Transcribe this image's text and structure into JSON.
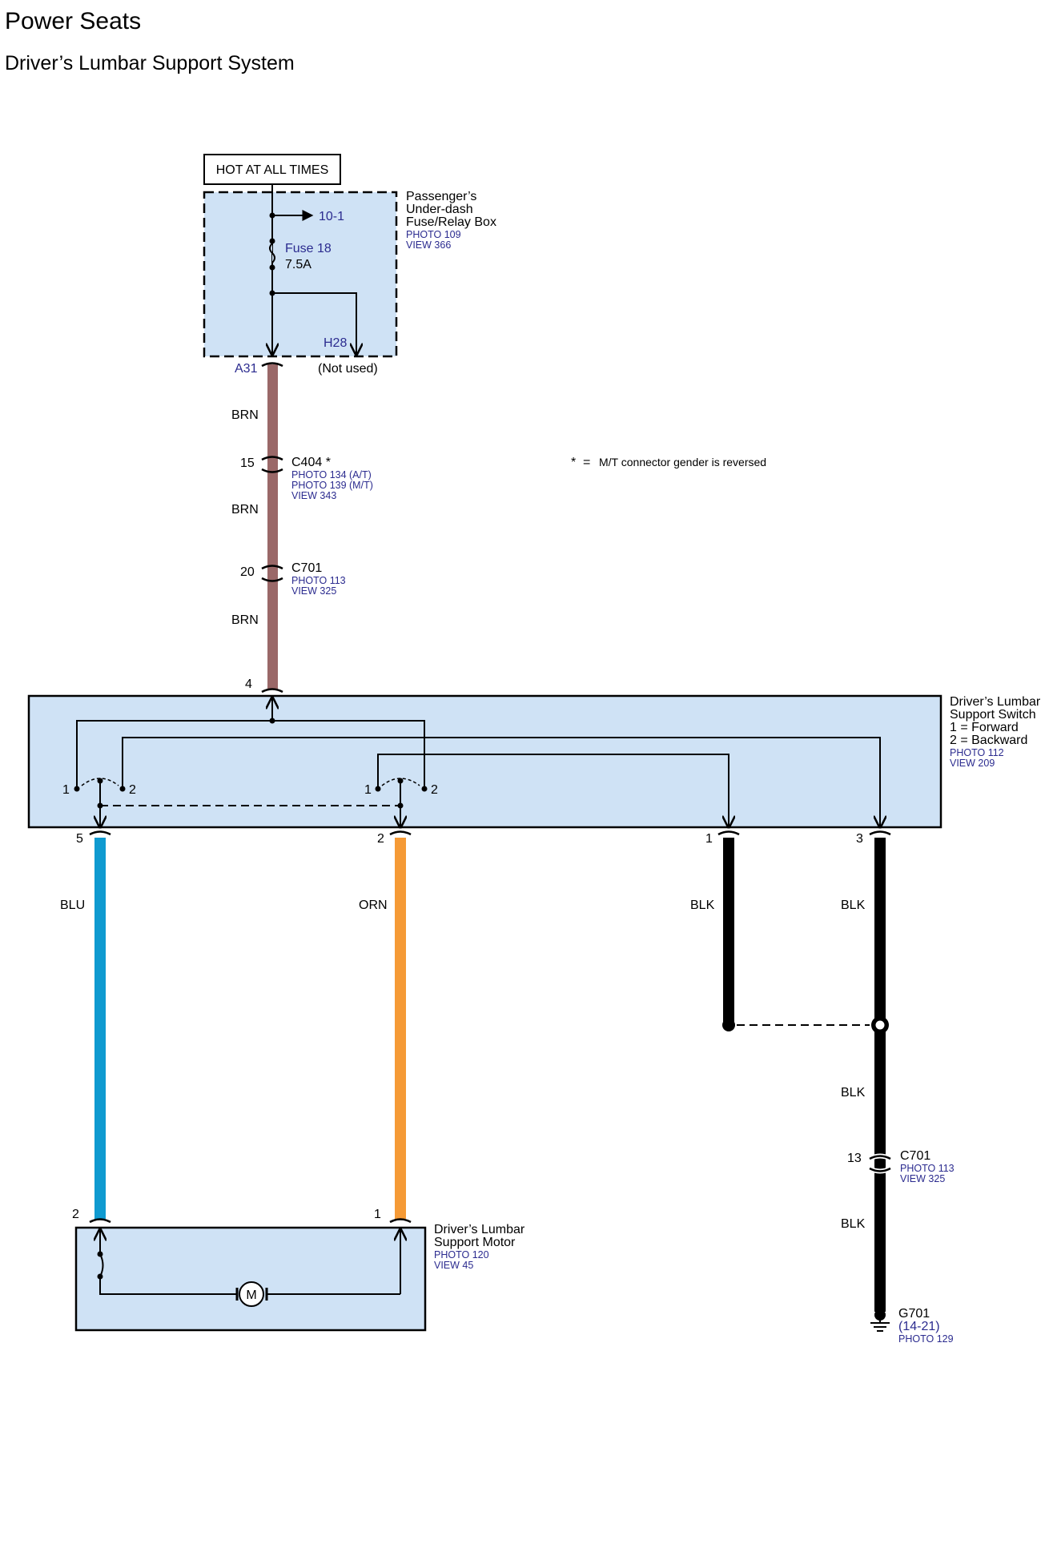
{
  "header": {
    "title": "Power Seats",
    "subtitle": "Driver’s Lumbar Support System"
  },
  "colors": {
    "box_fill": "#cfe2f5",
    "ref_text": "#2b2b8f",
    "brn": "#9a6868",
    "blu": "#0f9ad0",
    "orn": "#f59a36",
    "blk": "#000000"
  },
  "power": {
    "label": "HOT AT ALL TIMES"
  },
  "fuse_box": {
    "name_lines": [
      "Passenger’s",
      "Under-dash",
      "Fuse/Relay Box"
    ],
    "photo": "PHOTO 109",
    "view": "VIEW 366",
    "ref_out": "10-1",
    "fuse_name": "Fuse 18",
    "fuse_rating": "7.5A",
    "terminal_a": "A31",
    "terminal_h": "H28",
    "not_used": "(Not used)"
  },
  "wires": {
    "brn1": "BRN",
    "brn2": "BRN",
    "brn3": "BRN",
    "blu": "BLU",
    "orn": "ORN",
    "blk1": "BLK",
    "blk2": "BLK",
    "blk3": "BLK",
    "blk4": "BLK"
  },
  "c404": {
    "pin": "15",
    "name": "C404 *",
    "photo_at": "PHOTO 134 (A/T)",
    "photo_mt": "PHOTO 139 (M/T)",
    "view": "VIEW 343"
  },
  "note": {
    "star": "*",
    "eq": "=",
    "text": "M/T connector gender is reversed"
  },
  "c701_upper": {
    "pin": "20",
    "name": "C701",
    "photo": "PHOTO 113",
    "view": "VIEW 325"
  },
  "switch": {
    "pin_in": "4",
    "name_lines": [
      "Driver’s Lumbar",
      "Support Switch",
      "1 = Forward",
      "2 = Backward"
    ],
    "photo": "PHOTO 112",
    "view": "VIEW 209",
    "left_pos1": "1",
    "left_pos2": "2",
    "right_pos1": "1",
    "right_pos2": "2",
    "out_pin_blu": "5",
    "out_pin_orn": "2",
    "out_pin_blk1": "1",
    "out_pin_blk2": "3"
  },
  "c701_lower": {
    "pin": "13",
    "name": "C701",
    "photo": "PHOTO 113",
    "view": "VIEW 325"
  },
  "ground": {
    "name": "G701",
    "ref": "(14-21)",
    "photo": "PHOTO 129"
  },
  "motor": {
    "pin_left": "2",
    "pin_right": "1",
    "name_lines": [
      "Driver’s Lumbar",
      "Support Motor"
    ],
    "photo": "PHOTO 120",
    "view": "VIEW 45",
    "symbol": "M"
  }
}
